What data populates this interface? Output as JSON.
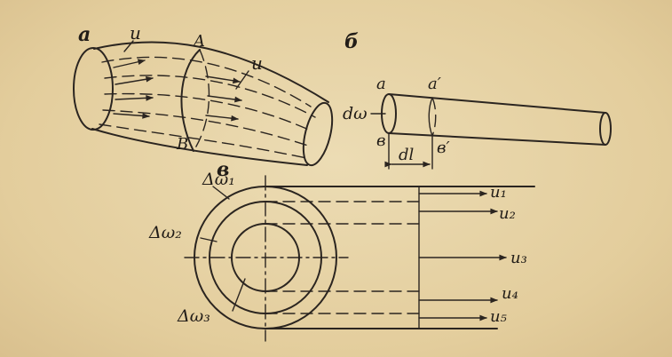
{
  "panels": {
    "a": {
      "label": "а",
      "velocity_left": "u",
      "velocity_right": "u",
      "section_top": "A",
      "section_bottom": "B"
    },
    "b": {
      "label": "б",
      "point_a": "a",
      "point_a_prime": "a′",
      "point_v": "в",
      "point_v_prime": "в′",
      "area": "dω",
      "length": "dl"
    },
    "v": {
      "label": "в",
      "areas": [
        "Δω₁",
        "Δω₂",
        "Δω₃"
      ],
      "velocities": [
        "u₁",
        "u₂",
        "u₃",
        "u₄",
        "u₅"
      ]
    }
  },
  "colors": {
    "ink": "#2b2520",
    "paper": "#e6d3a6"
  }
}
